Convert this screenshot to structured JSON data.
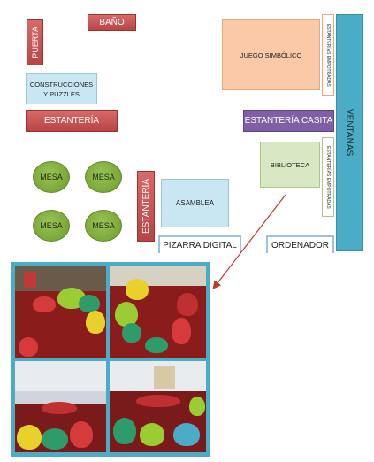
{
  "labels": {
    "bano": "BAÑO",
    "puerta": "PUERTA",
    "construcciones": "CONSTRUCCIONES\nY PUZZLES",
    "estanteria_left": "ESTANTERÍA",
    "mesa": "MESA",
    "estanteria_vertical": "ESTANTERÍA",
    "asamblea": "ASAMBLEA",
    "pizarra": "PIZARRA DIGITAL",
    "juego": "JUEGO SIMBÓLICO",
    "estanterias_top": "ESTANTERÍAS EMPOTRADAS",
    "estanteria_casita": "ESTANTERÍA CASITA",
    "ventanas": "VENTANAS",
    "biblioteca": "BIBLIOTECA",
    "estanterias_bottom": "ESTANTERÍAS EMPOTRADAS",
    "ordenador": "ORDENADOR"
  },
  "colors": {
    "red": "#c0504d",
    "light_blue": "#c9e6f3",
    "peach": "#f9c9a8",
    "purple": "#7f5fa6",
    "teal": "#4bacc6",
    "light_green": "#d8e8c4",
    "mesa_green": "#7ea83a",
    "photo_border": "#4bacc6",
    "arrow": "#c0392b"
  }
}
